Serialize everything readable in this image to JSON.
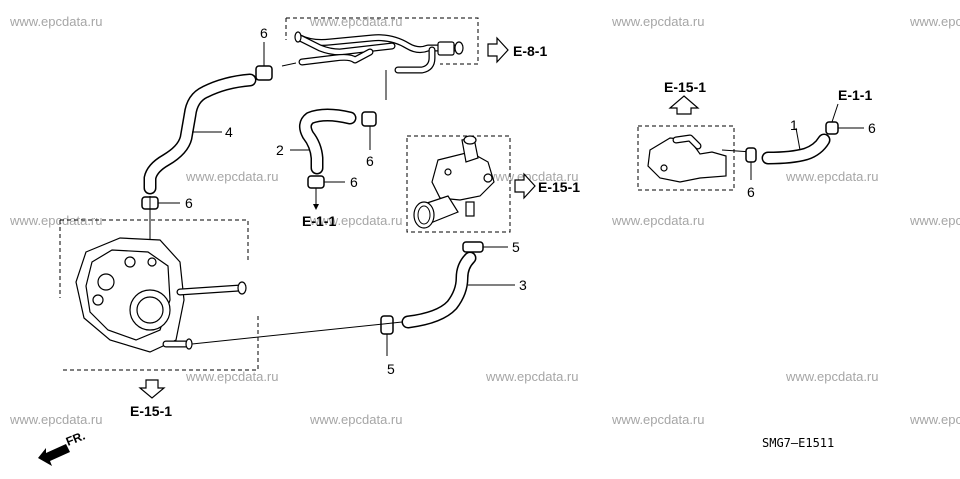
{
  "diagram": {
    "watermark": "www.epcdata.ru",
    "diagram_code": "SMG7—E1511",
    "front_label": "FR.",
    "callouts": {
      "p1": "1",
      "p2": "2",
      "p3": "3",
      "p4": "4",
      "p5a": "5",
      "p5b": "5",
      "p6a": "6",
      "p6b": "6",
      "p6c": "6",
      "p6d": "6",
      "p6e": "6",
      "p6f": "6"
    },
    "references": {
      "e81": "E-8-1",
      "e151_right": "E-15-1",
      "e151_bottom": "E-15-1",
      "e151_top": "E-15-1",
      "e11_left": "E-1-1",
      "e11_right": "E-1-1"
    }
  }
}
